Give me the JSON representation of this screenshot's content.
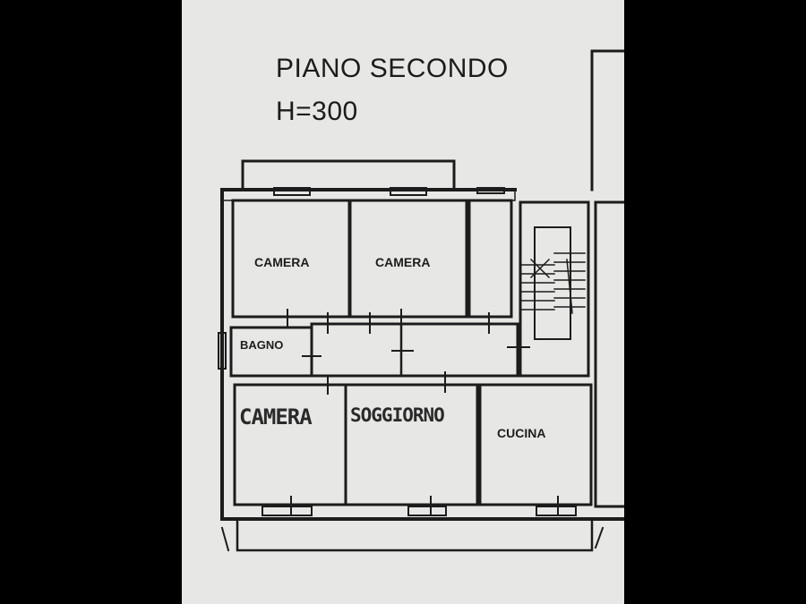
{
  "header": {
    "floor_title": "PIANO SECONDO",
    "height_note": "H=300"
  },
  "rooms": {
    "camera_1": "CAMERA",
    "camera_2": "CAMERA",
    "bagno": "BAGNO",
    "cucina": "CUCINA",
    "handwritten_camera": "CAMERA",
    "handwritten_soggiorno": "SOGGIORNO"
  },
  "colors": {
    "paper": "#e7e7e5",
    "ink": "#1c1c1c",
    "background": "#000000"
  }
}
